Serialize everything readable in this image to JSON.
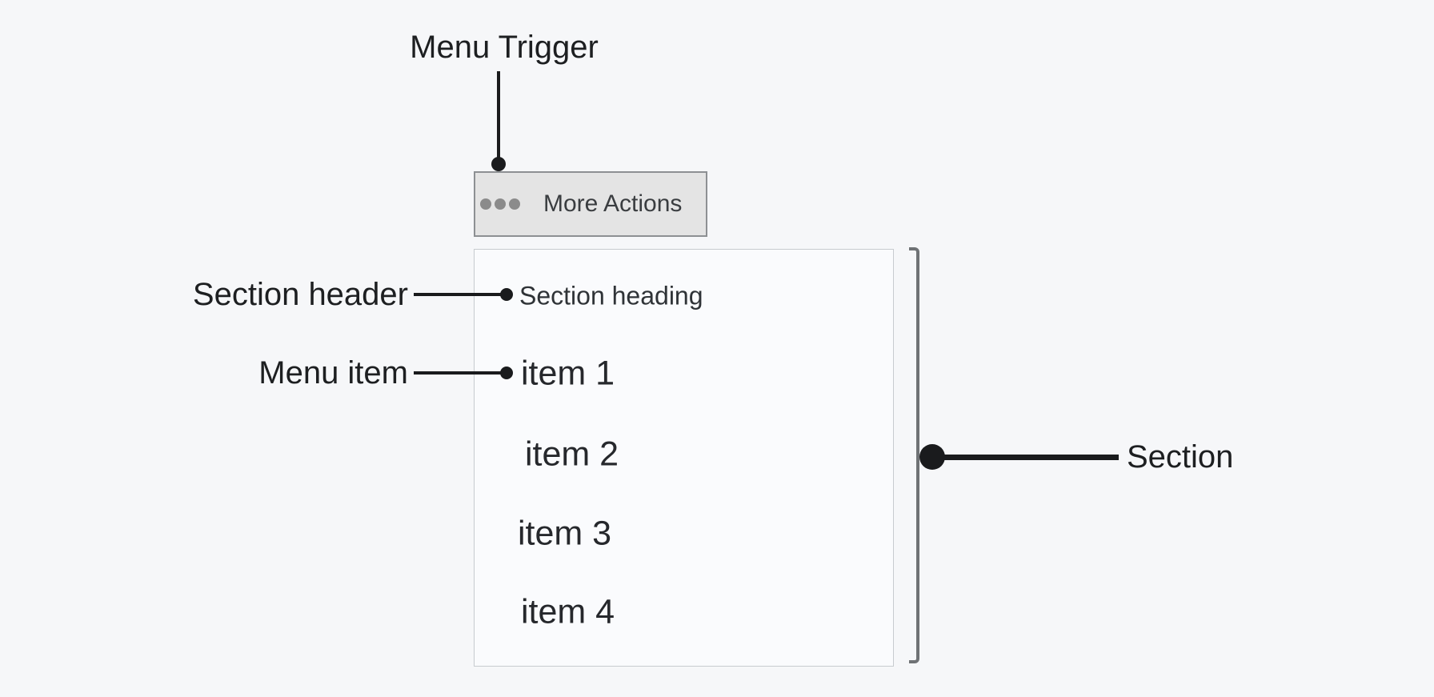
{
  "annotations": {
    "menu_trigger_label": "Menu Trigger",
    "section_header_label": "Section header",
    "menu_item_label": "Menu item",
    "section_label": "Section"
  },
  "trigger_button": {
    "label": "More Actions",
    "icon": "ellipsis-icon"
  },
  "menu": {
    "heading": "Section heading",
    "items": [
      {
        "label": "item 1"
      },
      {
        "label": "item 2"
      },
      {
        "label": "item 3"
      },
      {
        "label": "item 4"
      }
    ]
  },
  "colors": {
    "background": "#f6f7f9",
    "button_fill": "#e4e4e4",
    "button_border": "#8d9093",
    "panel_fill": "#fafbfd",
    "panel_border": "#c7cbcf",
    "bracket": "#6f7275",
    "connector": "#1a1b1d",
    "ellipsis_dots": "#8b8b8b"
  }
}
